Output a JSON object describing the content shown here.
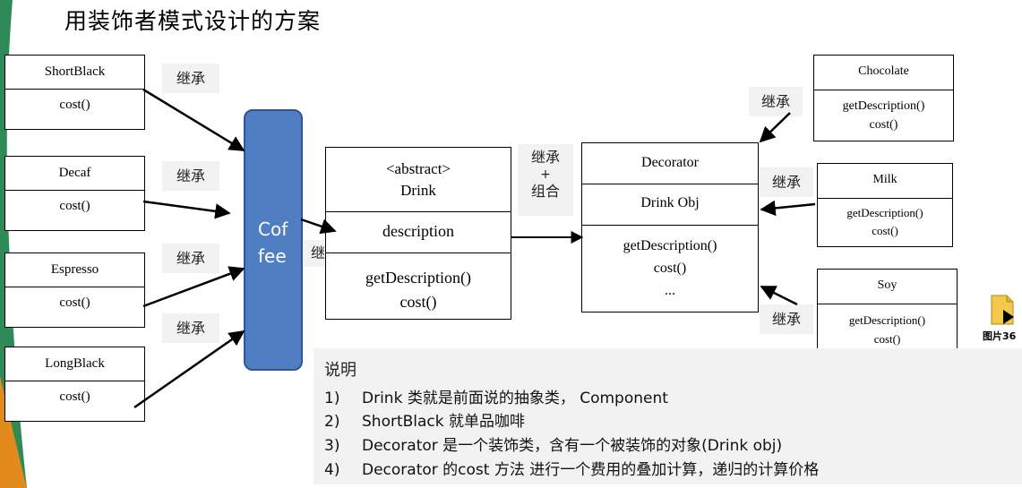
{
  "title": "用装饰者模式设计的方案",
  "coffee_label_line1": "Cof",
  "coffee_label_line2": "fee",
  "coffee_inherit": "继承",
  "boxes": {
    "shortblack": {
      "name": "ShortBlack",
      "method": "cost()"
    },
    "decaf": {
      "name": "Decaf",
      "method": "cost()"
    },
    "espresso": {
      "name": "Espresso",
      "method": "cost()"
    },
    "longblack": {
      "name": "LongBlack",
      "method": "cost()"
    },
    "drink": {
      "line1": "<abstract>",
      "line2": "Drink",
      "field": "description",
      "method1": "getDescription()",
      "method2": "cost()"
    },
    "decorator": {
      "name": "Decorator",
      "field": "Drink Obj",
      "method1": "getDescription()",
      "method2": "cost()",
      "more": "..."
    },
    "chocolate": {
      "name": "Chocolate",
      "method1": "getDescription()",
      "method2": "cost()"
    },
    "milk": {
      "name": "Milk",
      "method1": "getDescription()",
      "method2": "cost()"
    },
    "soy": {
      "name": "Soy",
      "method1": "getDescription()",
      "method2": "cost()"
    }
  },
  "labels": {
    "inherit_shortblack": "继承",
    "inherit_decaf": "继承",
    "inherit_espresso": "继承",
    "inherit_longblack": "继承",
    "inherit_chocolate": "继承",
    "inherit_milk": "继承",
    "inherit_soy": "继承",
    "combo_line1": "继承",
    "combo_line2": "+",
    "combo_line3": "组合"
  },
  "notes": {
    "heading": "说明",
    "items": [
      {
        "num": "1)",
        "text": "Drink 类就是前面说的抽象类， Component"
      },
      {
        "num": "2)",
        "text": "ShortBlack 就单品咖啡"
      },
      {
        "num": "3)",
        "text": "Decorator 是一个装饰类，含有一个被装饰的对象(Drink obj)"
      },
      {
        "num": "4)",
        "text": "Decorator 的cost 方法 进行一个费用的叠加计算，递归的计算价格"
      }
    ]
  },
  "file_icon_caption": "图片36"
}
